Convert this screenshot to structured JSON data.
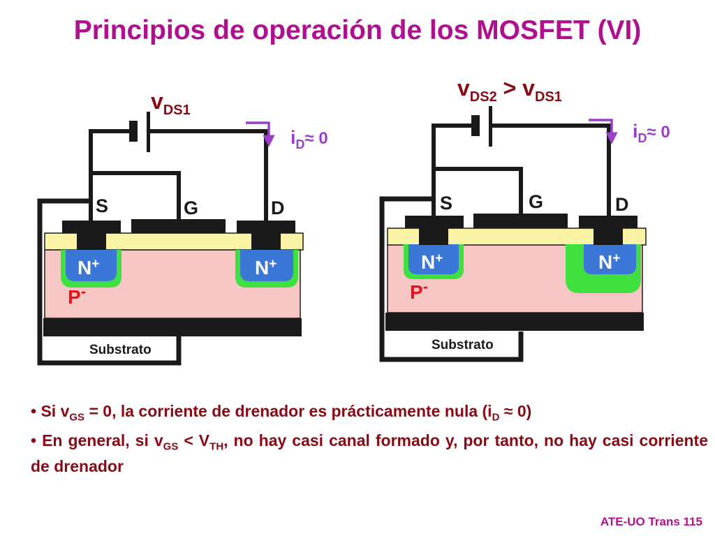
{
  "title": "Principios de operación de los MOSFET (VI)",
  "colors": {
    "title": "#b0108f",
    "text": "#880a14",
    "wire": "#1a1a1a",
    "oxide": "#fbf3a6",
    "p_region": "#f6c7c4",
    "n_plus": "#3b77d6",
    "depletion": "#40e040",
    "current_arrow": "#9a3fc8",
    "p_label": "#e8101a"
  },
  "icons": [
    "battery-icon",
    "current-arrow-icon"
  ],
  "left": {
    "voltage_main": "v",
    "voltage_sub": "DS1",
    "current_main": "i",
    "current_sub": "D",
    "current_rel": "≈ 0",
    "source": "S",
    "gate": "G",
    "drain": "D",
    "n_source": "N",
    "n_drain": "N",
    "plus": "+",
    "p_region": "P",
    "minus": "-",
    "substrate": "Substrato"
  },
  "right": {
    "voltage_main": "v",
    "voltage_sub": "DS2",
    "voltage_cmp": " > v",
    "voltage_sub2": "DS1",
    "current_main": "i",
    "current_sub": "D",
    "current_rel": "≈ 0",
    "source": "S",
    "gate": "G",
    "drain": "D",
    "n_source": "N",
    "n_drain": "N",
    "plus": "+",
    "p_region": "P",
    "minus": "-",
    "substrate": "Substrato"
  },
  "bullets": {
    "b1": {
      "bullet": "•",
      "t1": " Si v",
      "s1": "GS",
      "t2": " = 0, la corriente de drenador es prácticamente nula (i",
      "s2": "D",
      "t3": " ≈ 0)"
    },
    "b2": {
      "bullet": "•",
      "t1": " En general, si v",
      "s1": "GS",
      "t2": " < V",
      "s2": "TH",
      "t3": ", no hay casi canal formado y, por tanto, no hay casi corriente de drenador"
    }
  },
  "footer": "ATE-UO Trans 115"
}
